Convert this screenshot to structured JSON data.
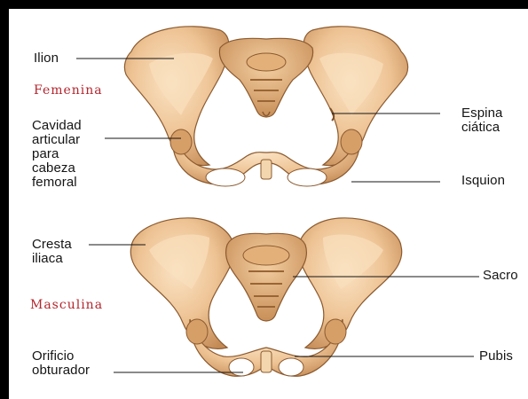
{
  "colors": {
    "bone": "#e9bd8c",
    "bone_light": "#f7dcb6",
    "bone_shadow": "#b57e4c",
    "bone_dark": "#7e4e26",
    "section_label": "#b3262e",
    "leader_line": "#151515",
    "frame": "#000000"
  },
  "sections": {
    "female": "Femenina",
    "male": "Masculina"
  },
  "labels": {
    "ilion": "Ilion",
    "cavidad": "Cavidad\narticular\npara\ncabeza\nfemoral",
    "espina": "Espina\nciática",
    "isquion": "Isquion",
    "cresta": "Cresta\niliaca",
    "sacro": "Sacro",
    "orificio": "Orificio\nobturador",
    "pubis": "Pubis"
  }
}
